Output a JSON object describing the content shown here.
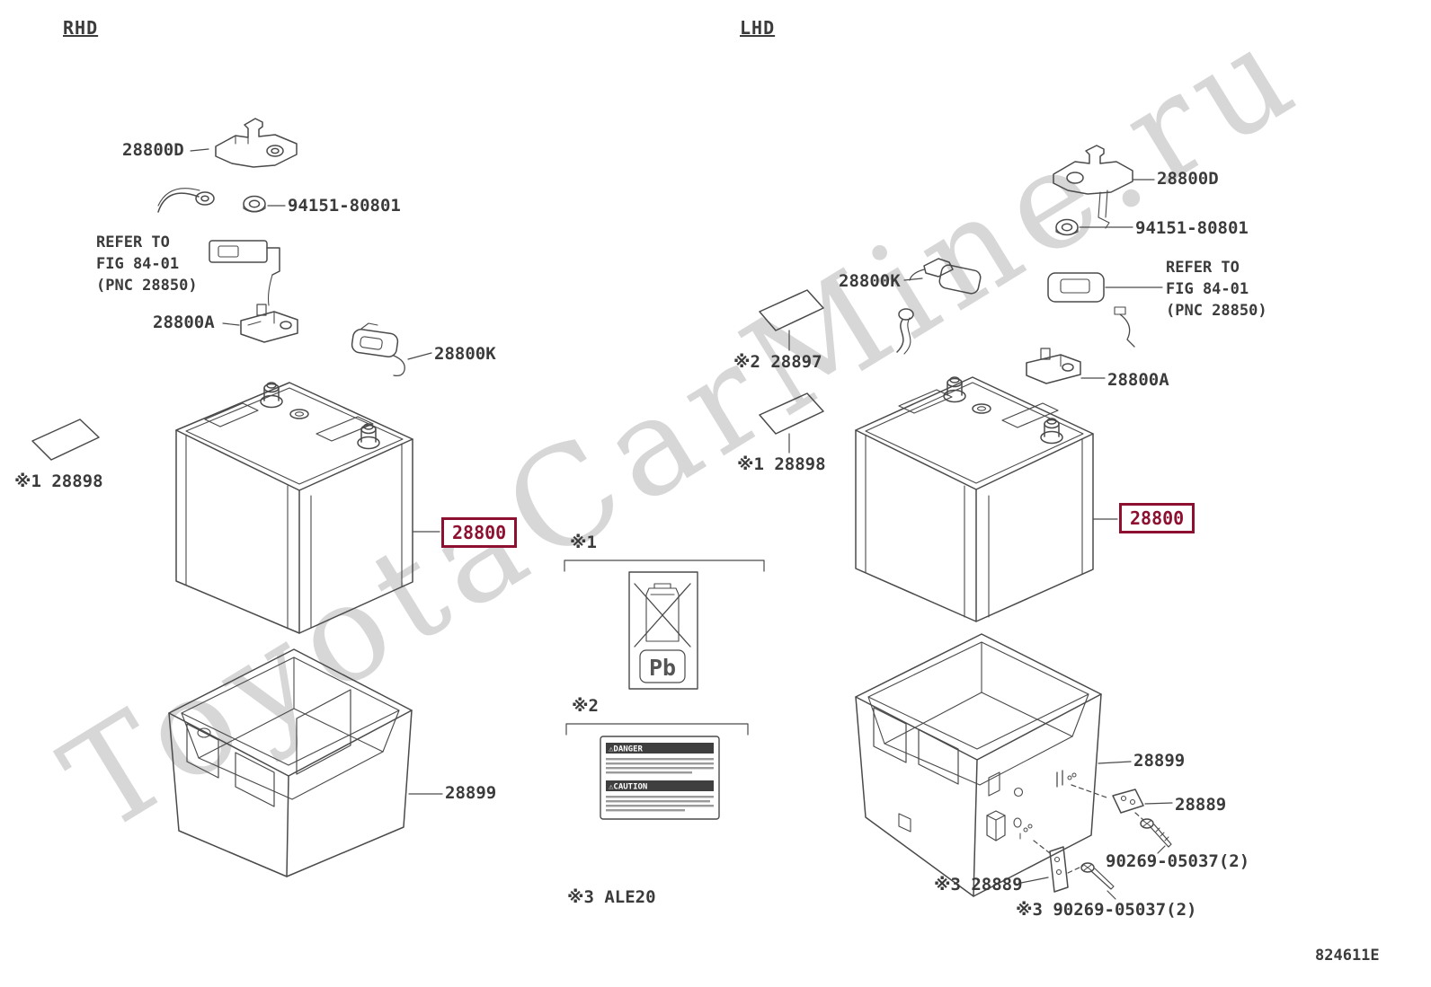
{
  "page": {
    "watermark": "ToyotaCarMine.ru",
    "doc_number": "824611E",
    "accent_color": "#8d1030",
    "line_color": "#4a4a4a"
  },
  "rhd": {
    "title": "RHD",
    "clamp_label": "28800D",
    "nut_label": "94151-80801",
    "refer_note": "REFER TO\nFIG 84-01\n(PNC 28850)",
    "terminal_label": "28800A",
    "sensor_label": "28800K",
    "sticker1_label": "※1 28898",
    "battery_label": "28800",
    "tray_label": "28899"
  },
  "lhd": {
    "title": "LHD",
    "clamp_label": "28800D",
    "nut_label": "94151-80801",
    "refer_note": "REFER TO\nFIG 84-01\n(PNC 28850)",
    "sensor_label": "28800K",
    "sticker2_label": "※2 28897",
    "sticker1_label": "※1 28898",
    "terminal_label": "28800A",
    "battery_label": "28800",
    "tray_label": "28899",
    "bracket_label": "28889",
    "screw_label": "90269-05037(2)",
    "bracket3_label": "※3 28889",
    "screw3_label": "※3 90269-05037(2)"
  },
  "middle": {
    "note1": "※1",
    "note2": "※2",
    "note3": "※3 ALE20",
    "pb_text": "Pb",
    "warning_header1": "⚠DANGER",
    "warning_header2": "⚠CAUTION"
  }
}
